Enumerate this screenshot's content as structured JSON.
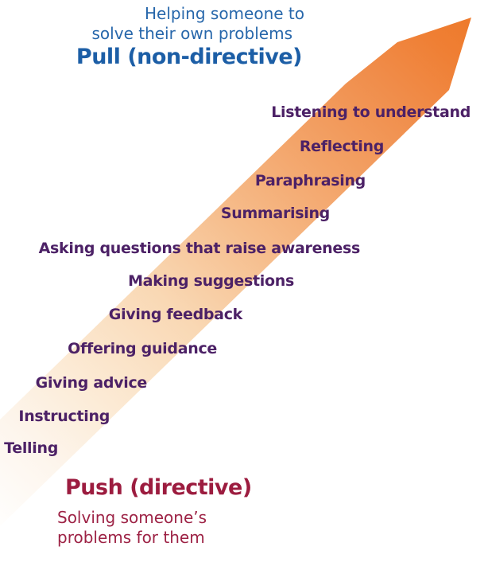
{
  "diagram": {
    "type": "push-pull coaching spectrum",
    "pull": {
      "caption_line1": "Helping someone to",
      "caption_line2": "solve their own problems",
      "title": "Pull (non-directive)"
    },
    "items": [
      "Listening to understand",
      "Reflecting",
      "Paraphrasing",
      "Summarising",
      "Asking questions that raise awareness",
      "Making suggestions",
      "Giving feedback",
      "Offering guidance",
      "Giving advice",
      "Instructing",
      "Telling"
    ],
    "push": {
      "title": "Push (directive)",
      "caption_line1": "Solving someone’s",
      "caption_line2": "problems for them"
    },
    "colors": {
      "arrow_head_orange": "#ee7a2b",
      "arrow_tail_fade": "#fffefd",
      "item_purple": "#4c2166",
      "pull_blue": "#1c5ea6",
      "pull_caption_blue": "#2767ab",
      "push_red": "#9c1c3f",
      "push_caption_red": "#9d2245"
    },
    "arrow": {
      "icon": "diagonal-arrow-up-right",
      "direction": "from Push (bottom-left, faded) to Pull (top-right, solid orange)"
    }
  }
}
